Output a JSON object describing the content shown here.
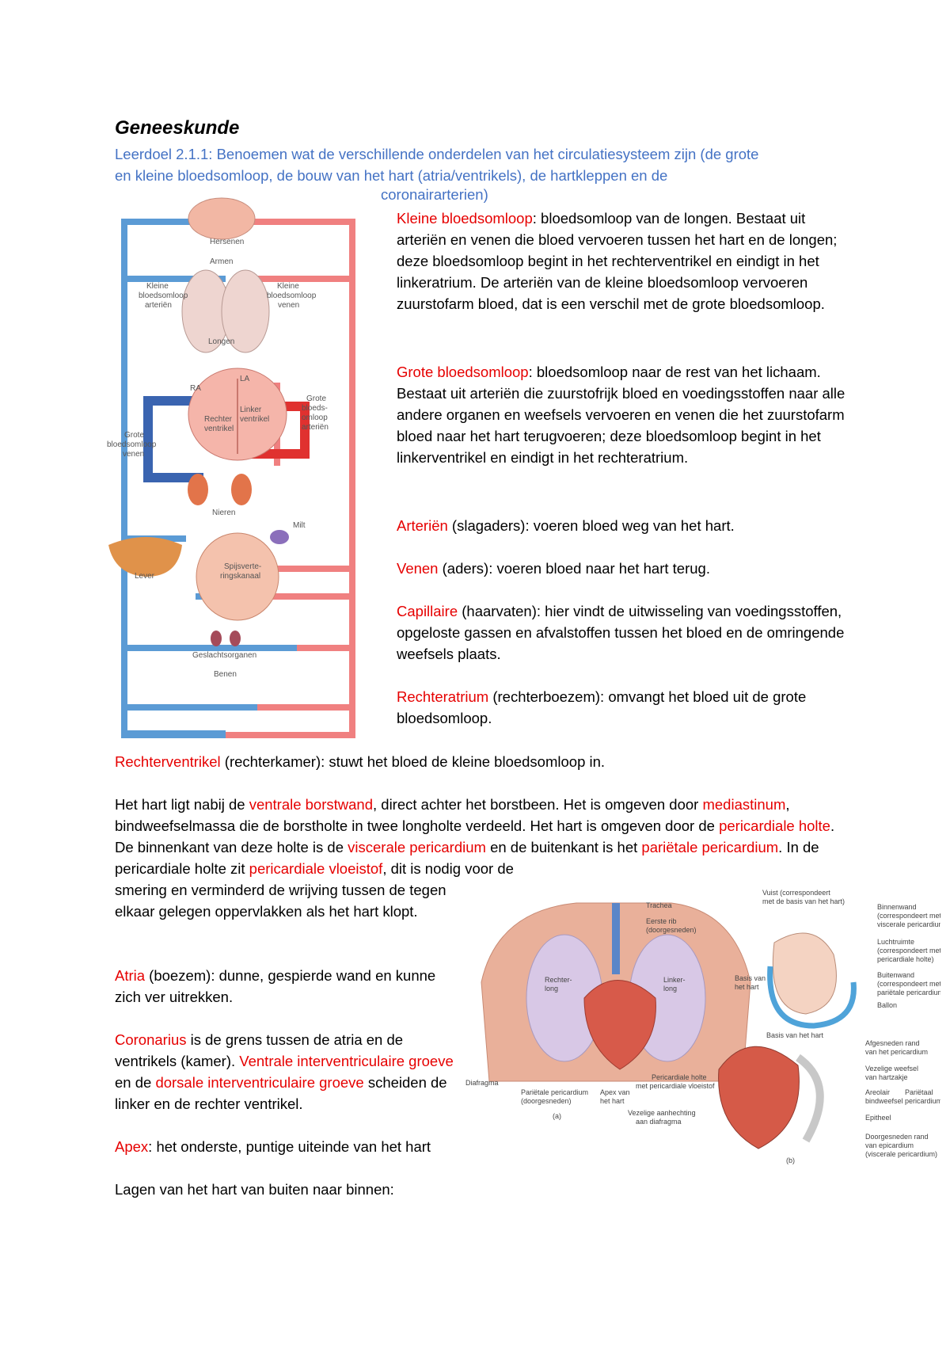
{
  "title": "Geneeskunde",
  "goal": {
    "line1": "Leerdoel 2.1.1: Benoemen wat de verschillende onderdelen van het circulatiesysteem zijn (de grote",
    "line2": "en kleine bloedsomloop, de bouw van het hart (atria/ventrikels), de hartkleppen en de",
    "line3": "coronairarterien)"
  },
  "paragraphs": {
    "kleine": {
      "term": "Kleine bloedsomloop",
      "text": ": bloedsomloop van de longen. Bestaat uit arteriën en venen die bloed vervoeren tussen het hart en de longen; deze bloedsomloop begint in het rechterventrikel en eindigt in het linkeratrium. De arteriën van de kleine bloedsomloop vervoeren zuurstofarm bloed, dat is een verschil met de grote bloedsomloop."
    },
    "grote": {
      "term": "Grote bloedsomloop",
      "text": ": bloedsomloop naar de rest van het lichaam. Bestaat uit arteriën die zuurstofrijk bloed en voedingsstoffen naar alle andere organen en weefsels vervoeren en venen die het zuurstofarm bloed naar het hart terugvoeren; deze bloedsomloop begint in het linkerventrikel en eindigt in het rechteratrium."
    },
    "arterien": {
      "term": "Arteriën",
      "text": " (slagaders): voeren bloed weg van het hart."
    },
    "venen": {
      "term": "Venen",
      "text": " (aders): voeren bloed naar het hart terug."
    },
    "capillaire": {
      "term": "Capillaire",
      "text": " (haarvaten): hier vindt de uitwisseling van voedingsstoffen, opgeloste gassen en afvalstoffen tussen het bloed en de omringende weefsels plaats."
    },
    "rechteratrium": {
      "term": "Rechteratrium",
      "text": " (rechterboezem): omvangt het bloed uit de grote bloedsomloop."
    },
    "rechterventrikel": {
      "term": "Rechterventrikel",
      "text": " (rechterkamer): stuwt het bloed de kleine bloedsomloop in."
    },
    "hart": {
      "t1": "Het hart ligt nabij de ",
      "r1": "ventrale borstwand",
      "t2": ", direct achter het borstbeen. Het is omgeven door ",
      "r2": "mediastinum",
      "t3": ", bindweefselmassa die de borstholte in twee longholte verdeeld. Het hart is omgeven door de ",
      "r3": "pericardiale holte",
      "t4": ". De binnenkant van deze holte is de ",
      "r4": "viscerale pericardium",
      "t5": " en de buitenkant is het ",
      "r5": "pariëtale pericardium",
      "t6": ". In de pericardiale holte zit ",
      "r6": "pericardiale vloeistof",
      "t7": ", dit is nodig voor de"
    },
    "smering": "smering en verminderd de wrijving tussen de tegen elkaar gelegen oppervlakken als het hart klopt.",
    "atria": {
      "term": "Atria",
      "text": " (boezem): dunne, gespierde wand en kunne zich ver uitrekken."
    },
    "coronarius": {
      "term": "Coronarius",
      "t1": " is de grens tussen de atria en de ventrikels (kamer). ",
      "r1": "Ventrale interventriculaire groeve",
      "t2": " en de ",
      "r2": "dorsale interventriculaire groeve",
      "t3": " scheiden de linker en de rechter ventrikel."
    },
    "apex": {
      "term": "Apex",
      "text": ": het onderste, puntige uiteinde van het hart"
    },
    "lagen": "Lagen van het hart van buiten naar binnen:"
  },
  "diagram1": {
    "labels": {
      "hersenen": "Hersenen",
      "armen": "Armen",
      "kleine_art": [
        "Kleine",
        "bloedsomloop",
        "arteriën"
      ],
      "kleine_ven": [
        "Kleine",
        "bloedsomloop",
        "venen"
      ],
      "longen": "Longen",
      "ra": "RA",
      "la": "LA",
      "rechter": [
        "Rechter",
        "ventrikel"
      ],
      "linker": [
        "Linker",
        "ventrikel"
      ],
      "grote_art": [
        "Grote",
        "bloeds-",
        "omloop",
        "arteriën"
      ],
      "grote_ven": [
        "Grote",
        "bloedsomloop",
        "venen"
      ],
      "nieren": "Nieren",
      "milt": "Milt",
      "lever": "Lever",
      "spijs": [
        "Spijsverte-",
        "ringskanaal"
      ],
      "geslacht": "Geslachtsorganen",
      "benen": "Benen"
    },
    "colors": {
      "vein": "#5b9bd5",
      "artery": "#f08080",
      "deep_blue": "#3a64b0",
      "deep_red": "#e0312f"
    }
  },
  "diagram2": {
    "labels": {
      "trachea": "Trachea",
      "eerste_rib": [
        "Eerste rib",
        "(doorgesneden)"
      ],
      "rechter_long": [
        "Rechter-",
        "long"
      ],
      "linker_long": [
        "Linker-",
        "long"
      ],
      "diafragma": "Diafragma",
      "parietale": [
        "Pariëtale pericardium",
        "(doorgesneden)"
      ],
      "apex": [
        "Apex van",
        "het hart"
      ],
      "a": "(a)",
      "vuist": [
        "Vuist (correspondeert",
        "met de basis van het hart)"
      ],
      "binnenwand": [
        "Binnenwand",
        "(correspondeert met",
        "viscerale pericardium)"
      ],
      "luchtruimte": [
        "Luchtruimte",
        "(correspondeert met",
        "pericardiale holte)"
      ],
      "buitenwand": [
        "Buitenwand",
        "(correspondeert met",
        "pariëtale pericardium)"
      ],
      "basis": [
        "Basis van",
        "het hart"
      ],
      "ballon": "Ballon",
      "basis_top": "Basis van het hart",
      "afgesneden": [
        "Afgesneden rand",
        "van het pericardium"
      ],
      "vezelige": [
        "Vezelige weefsel",
        "van hartzakje"
      ],
      "areolair": [
        "Areolair",
        "bindweefsel"
      ],
      "epitheel": "Epitheel",
      "parietaal": [
        "Pariëtaal",
        "pericardium"
      ],
      "holte": [
        "Pericardiale holte",
        "met pericardiale vloeistof"
      ],
      "vezelige_aanhechting": [
        "Vezelige aanhechting",
        "aan diafragma"
      ],
      "doorgesneden": [
        "Doorgesneden rand",
        "van epicardium",
        "(viscerale pericardium)"
      ],
      "b": "(b)"
    }
  }
}
